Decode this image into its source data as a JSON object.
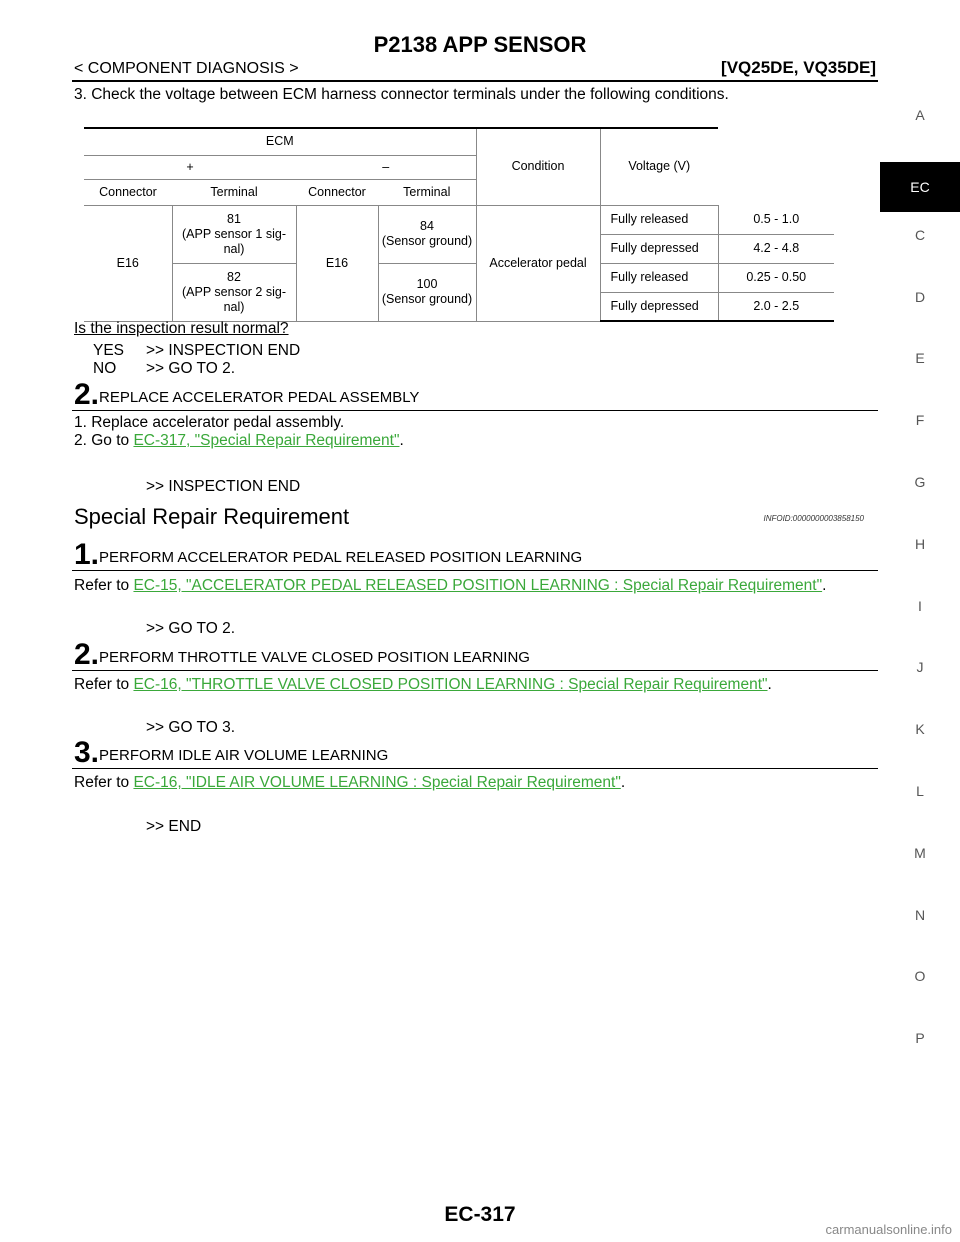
{
  "header": {
    "title": "P2138 APP SENSOR",
    "breadcrumb": "< COMPONENT DIAGNOSIS >",
    "model": "[VQ25DE, VQ35DE]"
  },
  "side_index": [
    "A",
    "EC",
    "C",
    "D",
    "E",
    "F",
    "G",
    "H",
    "I",
    "J",
    "K",
    "L",
    "M",
    "N",
    "O",
    "P"
  ],
  "side_active": "EC",
  "step3": {
    "text": "3. Check the voltage between ECM harness connector terminals under the following conditions.",
    "table": {
      "h_ecm": "ECM",
      "h_plus": "+",
      "h_minus": "–",
      "h_connector": "Connector",
      "h_terminal": "Terminal",
      "h_connector2": "Connector",
      "h_terminal2": "Terminal",
      "h_condition": "Condition",
      "h_voltage": "Voltage (V)",
      "conn_plus": "E16",
      "conn_minus": "E16",
      "t81a": "81",
      "t81b": "(APP sensor 1 sig-",
      "t81c": "nal)",
      "t82a": "82",
      "t82b": "(APP sensor 2 sig-",
      "t82c": "nal)",
      "t84a": "84",
      "t84b": "(Sensor ground)",
      "t100a": "100",
      "t100b": "(Sensor ground)",
      "condition": "Accelerator pedal",
      "rows": [
        {
          "state": "Fully released",
          "voltage": "0.5 - 1.0"
        },
        {
          "state": "Fully depressed",
          "voltage": "4.2 - 4.8"
        },
        {
          "state": "Fully released",
          "voltage": "0.25 - 0.50"
        },
        {
          "state": "Fully depressed",
          "voltage": "2.0 - 2.5"
        }
      ]
    },
    "question": "Is the inspection result normal?",
    "yes": "YES",
    "yes_result": ">> INSPECTION END",
    "no": "NO",
    "no_result": ">> GO TO 2."
  },
  "step2": {
    "num": "2.",
    "title": "REPLACE ACCELERATOR PEDAL ASSEMBLY",
    "line1": "1. Replace accelerator pedal assembly.",
    "line2_prefix": "2. Go to ",
    "link": "EC-317, \"Special Repair Requirement\"",
    "line2_suffix": ".",
    "result": ">> INSPECTION END"
  },
  "section": {
    "title": "Special Repair Requirement",
    "infoid": "INFOID:0000000003858150"
  },
  "sr_steps": [
    {
      "num": "1.",
      "title": "PERFORM ACCELERATOR PEDAL RELEASED POSITION LEARNING",
      "refer": "Refer to ",
      "link": "EC-15, \"ACCELERATOR PEDAL RELEASED POSITION LEARNING : Special Repair Requirement\"",
      "suffix": ".",
      "result": ">> GO TO 2."
    },
    {
      "num": "2.",
      "title": "PERFORM THROTTLE VALVE CLOSED POSITION LEARNING",
      "refer": "Refer to ",
      "link": "EC-16, \"THROTTLE VALVE CLOSED POSITION LEARNING : Special Repair Requirement\"",
      "suffix": ".",
      "result": ">> GO TO 3."
    },
    {
      "num": "3.",
      "title": "PERFORM IDLE AIR VOLUME LEARNING",
      "refer": "Refer to ",
      "link": "EC-16, \"IDLE AIR VOLUME LEARNING : Special Repair Requirement\"",
      "suffix": ".",
      "result": ">> END"
    }
  ],
  "footer": {
    "page": "EC-317",
    "watermark": "carmanualsonline.info"
  }
}
